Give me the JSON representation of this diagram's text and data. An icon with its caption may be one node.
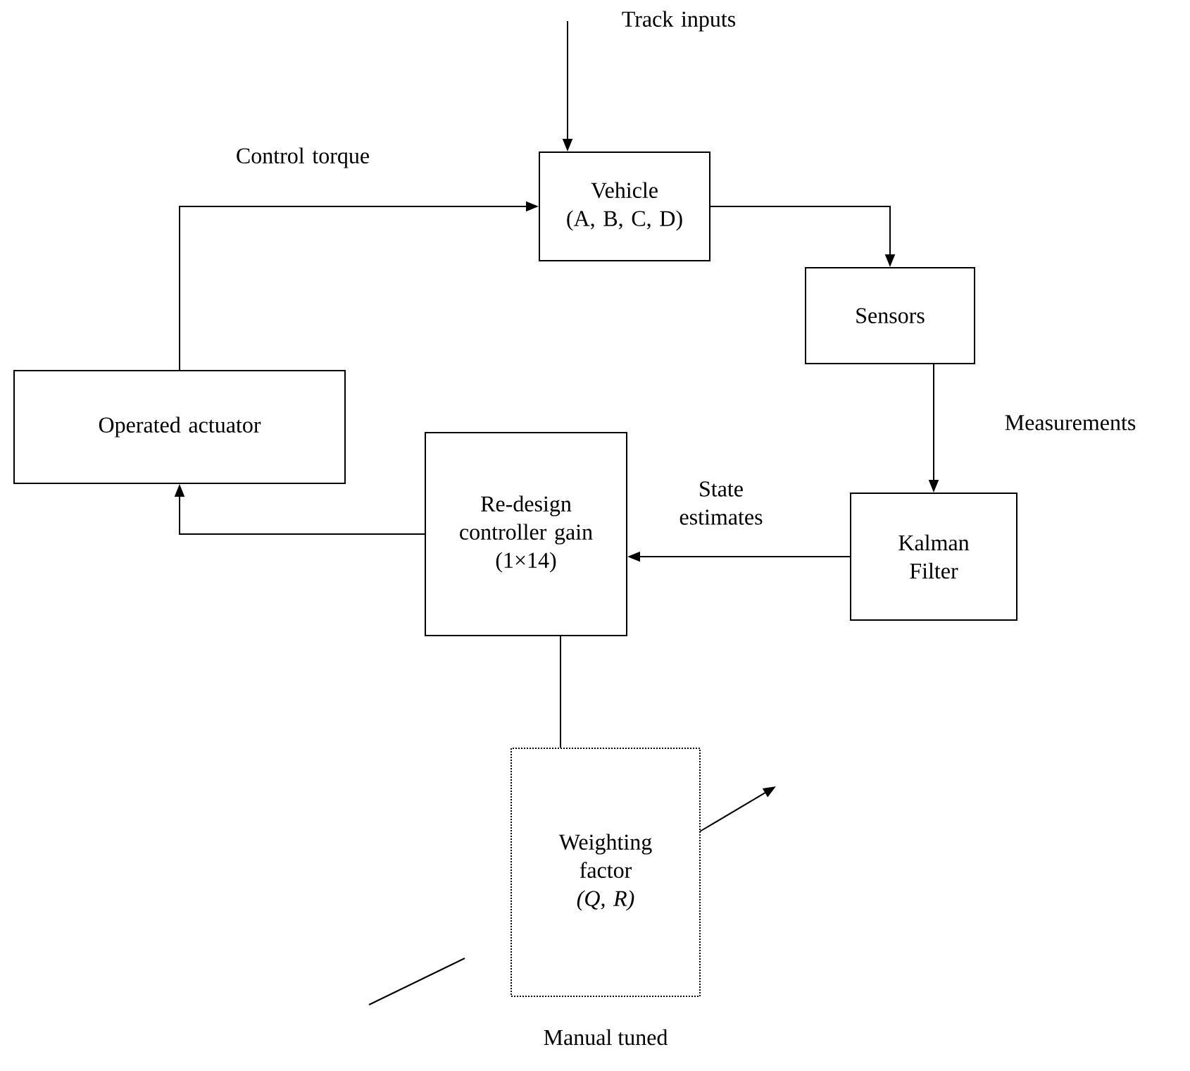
{
  "diagram": {
    "nodes": [
      {
        "text": [
          "Vehicle",
          "(A, B, C, D)"
        ]
      },
      {
        "text": [
          "Sensors"
        ]
      },
      {
        "text": [
          "Kalman Filter"
        ]
      },
      {
        "text": [
          "Re-design controller gain",
          "(1×14)"
        ]
      },
      {
        "text": [
          "Operated actuator"
        ]
      },
      {
        "text": [
          "Weighting factor",
          "(Q, R)"
        ]
      }
    ],
    "edges": [
      {
        "from": null,
        "to": 0,
        "arrow": "to",
        "label": "Track inputs"
      },
      {
        "from": 4,
        "to": 0,
        "arrow": "to",
        "label": "Control torque"
      },
      {
        "from": 0,
        "to": 1,
        "arrow": "to"
      },
      {
        "from": 1,
        "to": 2,
        "arrow": "to",
        "label": "Measurements"
      },
      {
        "from": 2,
        "to": 3,
        "arrow": "to",
        "label": "State estimates"
      },
      {
        "from": 3,
        "to": 4,
        "arrow": "to"
      },
      {
        "from": 3,
        "to": 5,
        "arrow": "none"
      }
    ],
    "labels": [
      "Manual tuned"
    ]
  }
}
